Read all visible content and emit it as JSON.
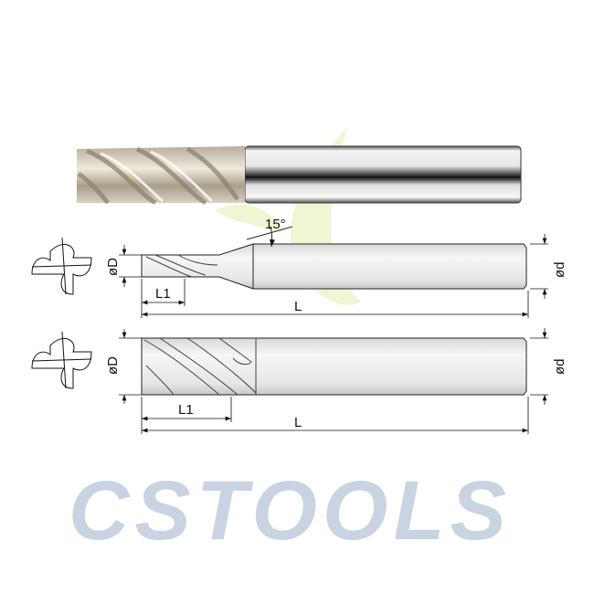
{
  "watermark": {
    "text": "CSTOOLS",
    "color": "#c9d3e2",
    "leaf_color": "#eef3c8"
  },
  "drawing_top": {
    "angle_label": "15°",
    "diameter_label": "øD",
    "shank_label": "ød",
    "flute_length_label": "L1",
    "overall_length_label": "L"
  },
  "drawing_bottom": {
    "diameter_label": "øD",
    "shank_label": "ød",
    "flute_length_label": "L1",
    "overall_length_label": "L"
  }
}
